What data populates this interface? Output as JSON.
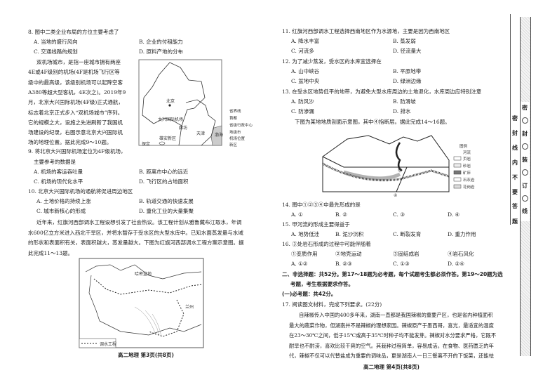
{
  "left_page": {
    "q8": {
      "stem": "8. 图中二类企业布局的方位主要考虑了",
      "a": "A. 当地的盛行风向",
      "b": "B. 企业的付租能力",
      "c": "C. 交通线路的规划",
      "d": "D. 原料产地的分布"
    },
    "passage1": [
      "双机场城市，是指一座城市拥有两座",
      "4E或4F级别的机场(4F是机场飞行区等",
      "级中的最高级，该级别机场可以起降空客",
      "A380等超大型客机，4E次之)。2019年9",
      "月，北京大兴国际机场(4F级)正式通航，",
      "标志着北京正式步入“双机场城市”序列。",
      "它的规模之大，设施之先进刷新了我国机",
      "场建设的纪录，右图示意北京大兴国际机",
      "场的地理位置。据此完成9～10题。"
    ],
    "q9": {
      "stem": "9. 将北京大兴国际机场定位为4F级机场，",
      "stem2": "主要参考的数据是",
      "a": "A. 机场的客运吞吐量",
      "b": "B. 距离市中心的远近",
      "c": "C. 机场的现代化水平",
      "d": "D. 飞行区的占地面积"
    },
    "q10": {
      "stem": "10. 北京大兴国际机场的通航将促进周边地区",
      "a": "A. 土地价格的持续上涨",
      "b": "B. 轨道交通的快速发展",
      "c": "C. 城市新核心的形成",
      "d": "D. 重化工业的大量集聚"
    },
    "passage2": [
      "近年来，红旗河西部调水工程设想引发了社会热议。该工程计划从雅鲁藏布江取水，年调",
      "水600亿立方米进入西北干旱区，并将水暂存于受水区的大型水库中。已知水面蒸发量与水域",
      "的形状和表面积有关，表面积越大，蒸发量越大。下图为红旗河西部调水工程方案示意图。据",
      "此完成11～13题。"
    ],
    "beijing_map": {
      "labels": {
        "beijing": "北京",
        "airport": "大兴国际机场",
        "langfang": "廊坊",
        "xiongan": "雄安新区",
        "tianjin": "天津",
        "baoding": "保定",
        "bohai": "渤海"
      },
      "legend": [
        "省界线",
        "首都",
        "省级行政中心",
        "地级市",
        "机场位置",
        "新区"
      ]
    },
    "west_map": {
      "labels": {
        "hami": "哈密盆地",
        "lanzhou": "兰州"
      },
      "legend": "调水工程"
    },
    "footer": "高二地理 第3页(共8页)"
  },
  "right_page": {
    "q11": {
      "stem": "11. 红旗河西部调水工程选择西南地区作为水源地，主要是因为西南地区",
      "a": "A. 降水丰富",
      "b": "B. 蒸发弱",
      "c": "C. 河流多",
      "d": "D. 径流量大"
    },
    "q12": {
      "stem": "12. 为了减少蒸发，受水区的水库宜选择在",
      "a": "A. 山中峡谷",
      "b": "B. 平原地带",
      "c": "C. 盆地中央",
      "d": "D. 绿洲边缘"
    },
    "q13": {
      "stem": "13. 在受水区地势低平的地带，为避免大型水库周边的土地退化，水库周边应特别注意",
      "a": "A. 防风沙",
      "b": "B. 防滑坡",
      "c": "C. 防渗漏",
      "d": "D. 排水"
    },
    "intro14": "下图为某地地质剖面示意图，其中④指断层。据此完成14～16题。",
    "geology": {
      "legend_title": "图例",
      "legend": [
        "河流",
        "页岩",
        "砂岩",
        "矿床",
        "石灰岩",
        "花岗岩"
      ],
      "label_jia": "甲",
      "label_bottom": "④"
    },
    "q14": {
      "stem": "14. 图中①②③④中最先形成的是",
      "a": "A. ①",
      "b": "B. ②",
      "c": "C. ③",
      "d": "D. ④"
    },
    "q15": {
      "stem": "15. 甲河流的形成主要得益于",
      "a": "A. 地势低洼",
      "b": "B. 泥沙沉积",
      "c": "C. 断裂发育",
      "d": "D. 重力作用"
    },
    "q16": {
      "stem": "16. ③处岩石形成的过程中可能伴随着",
      "o1": "①变质作用",
      "o2": "②地壳运动",
      "o3": "③固结成岩",
      "o4": "④岩石风化",
      "a": "A. ①②",
      "b": "B. ②③",
      "c": "C. ①③",
      "d": "D. ②④"
    },
    "section2": [
      "二、非选择题：共52分。第17～18题为必考题，每个试题考生都必须作答。第19～20题为选",
      "考题，考生根据要求作答。"
    ],
    "subsection": "(一)必考题：共42分。",
    "q17": {
      "stem": "17. 阅读图文材料，完成下列要求。(22分)"
    },
    "passage3": [
      "自辣椒传入中国的400多年来，湖南一直都是我国辣椒的重要产区，也是省内种植面积",
      "最大的蔬菜作物，但湖南并不是辣椒的理想家园。辣椒原产于墨西哥，喜光，最适宜的温度",
      "在23～30℃之间，低于15℃或高于35℃时种子均不能发芽。辣椒对水分要求严格，它既不",
      "耐旱也不耐涝，喜欢比较干爽的空气。其栽种过程简单，容易成活。在食物、医药匮乏的年",
      "代，辣椒不仅可以代替盐成为重要的调味品，更是湖南人一日三餐离不开的下饭菜，还能祛"
    ],
    "footer": "高二地理 第4页(共8页)"
  },
  "binding_strip": {
    "outer_text": [
      "密",
      "封",
      "线",
      "内",
      "不",
      "要",
      "答",
      "题"
    ],
    "inner_text": [
      "密",
      "封",
      "装",
      "订",
      "线"
    ]
  }
}
